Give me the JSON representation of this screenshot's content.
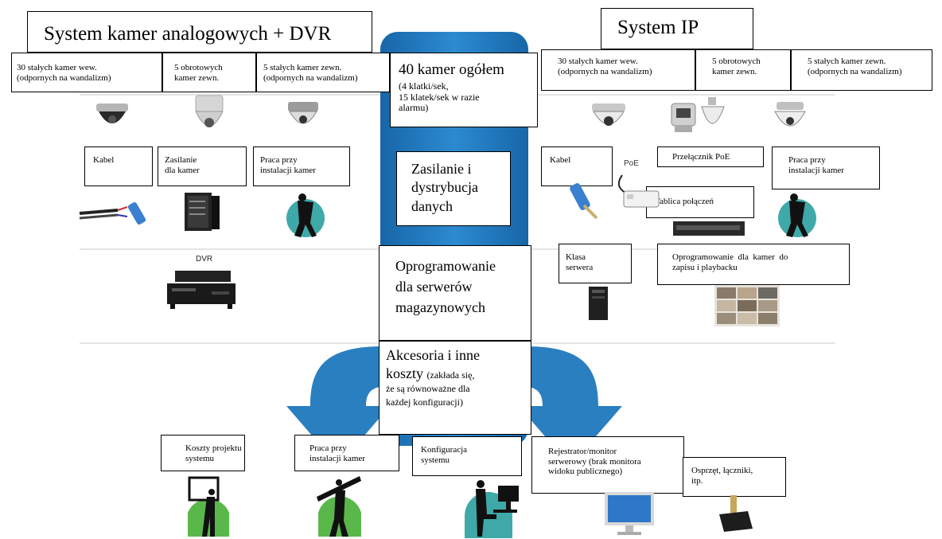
{
  "headers": {
    "analog": "System kamer analogowych + DVR",
    "ip": "System IP"
  },
  "analog": {
    "cam_wew": [
      "30 stałych kamer wew.",
      "(odpornych na wandalizm)"
    ],
    "cam_obrot": [
      "5 obrotowych",
      "kamer zewn."
    ],
    "cam_zewn": [
      "5 stałych kamer zewn.",
      "(odpornych na wandalizm)"
    ],
    "kabel": "Kabel",
    "zasilanie": [
      "Zasilanie",
      "dla kamer"
    ],
    "praca": [
      "Praca przy",
      "instalacji kamer"
    ],
    "dvr_label": "DVR"
  },
  "center": {
    "cameras_title": "40 kamer ogółem",
    "cameras_detail": [
      "(4 klatki/sek,",
      "15 klatek/sek w razie",
      "alarmu)"
    ],
    "power": [
      "Zasilanie i",
      "dystrybucja",
      "danych"
    ],
    "software": [
      "Oprogramowanie",
      "dla serwerów",
      "magazynowych"
    ],
    "accessories_title": [
      "Akcesoria i inne"
    ],
    "accessories_word": "koszty",
    "accessories_detail_inline": "(zakłada się,",
    "accessories_detail": [
      "że są równoważne dla",
      "każdej konfiguracji)"
    ]
  },
  "ip": {
    "cam_wew": [
      "30 stałych kamer wew.",
      "(odpornych na wandalizm)"
    ],
    "cam_obrot": [
      "5 obrotowych",
      "kamer zewn."
    ],
    "cam_zewn": [
      "5 stałych kamer zewn.",
      "(odpornych na wandalizm)"
    ],
    "kabel": "Kabel",
    "poe_label": "PoE",
    "poe_switch": "Przełącznik PoE",
    "patch": "Tablica połączeń",
    "praca": [
      "Praca przy",
      "instalacji kamer"
    ],
    "server_class": [
      "Klasa",
      "serwera"
    ],
    "software": [
      "Oprogramowanie  dla  kamer  do",
      "zapisu i playbacku"
    ]
  },
  "bottom": {
    "projekt": [
      "Koszty projektu",
      "systemu"
    ],
    "praca": [
      "Praca przy",
      "instalacji kamer"
    ],
    "konfiguracja": [
      "Konfiguracja",
      "systemu"
    ],
    "rejestrator": [
      "Rejestrator/monitor",
      "serwerowy (brak monitora",
      "widoku publicznego)"
    ],
    "osprzet": [
      "Osprzęt, łączniki,",
      "itp."
    ]
  },
  "colors": {
    "blue_column": "#1f73b7",
    "blue_arrow": "#2a7fc1",
    "green_circle": "#5ab84a",
    "teal_circle": "#3fa9a9",
    "divider": "#e4e4e4"
  }
}
